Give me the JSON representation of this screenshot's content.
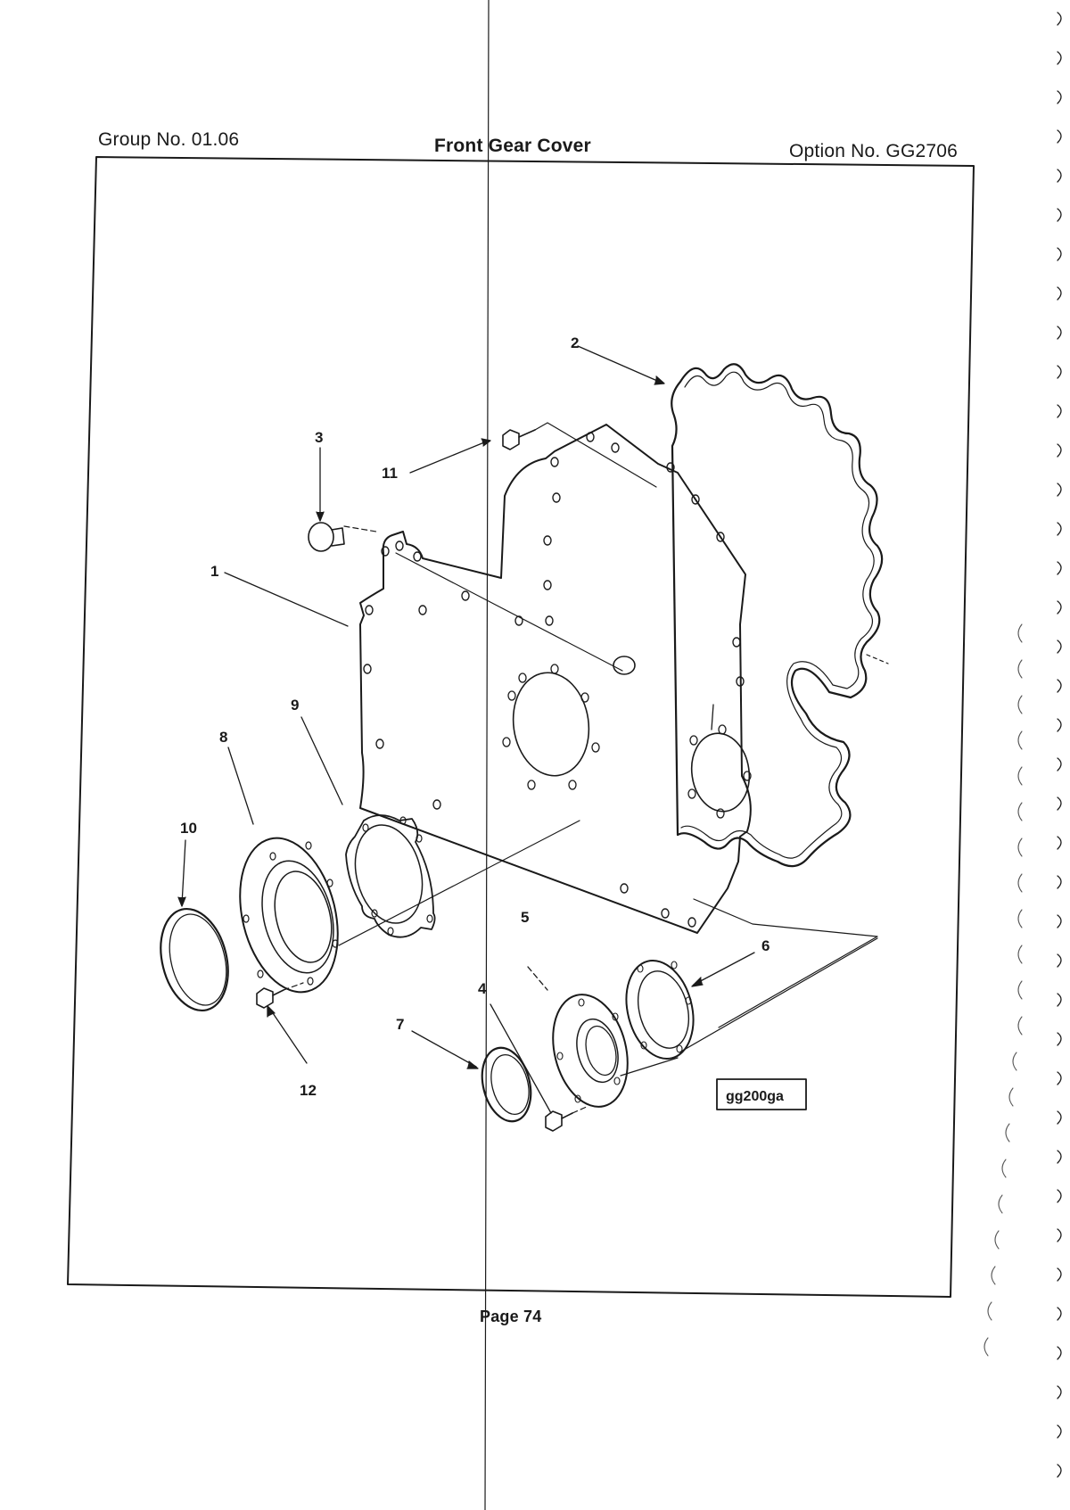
{
  "header": {
    "group_no": "Group No. 01.06",
    "title": "Front Gear Cover",
    "option_no": "Option No. GG2706"
  },
  "figure_id": "gg200ga",
  "callouts": [
    "1",
    "2",
    "3",
    "4",
    "5",
    "6",
    "7",
    "8",
    "9",
    "10",
    "11",
    "12"
  ],
  "footer": {
    "page": "Page 74"
  }
}
